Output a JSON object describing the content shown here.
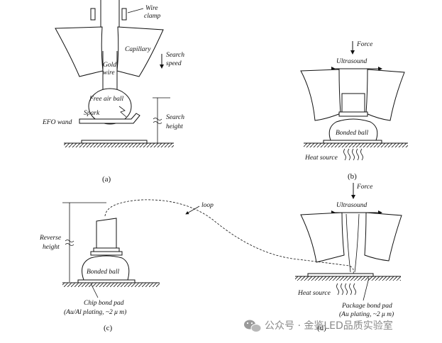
{
  "panels": {
    "a": {
      "caption": "(a)",
      "labels": {
        "wire_clamp_1": "Wire",
        "wire_clamp_2": "clamp",
        "capillary": "Capillary",
        "search_speed_1": "Search",
        "search_speed_2": "speed",
        "gold_wire_1": "Gold",
        "gold_wire_2": "wire",
        "free_air_ball": "Free air ball",
        "spark": "Spark",
        "efo_wand": "EFO wand",
        "search_height_1": "Search",
        "search_height_2": "height"
      }
    },
    "b": {
      "caption": "(b)",
      "labels": {
        "force": "Force",
        "ultrasound": "Ultrasound",
        "bonded_ball": "Bonded ball",
        "heat_source": "Heat source"
      }
    },
    "c": {
      "caption": "(c)",
      "labels": {
        "reverse_height_1": "Reverse",
        "reverse_height_2": "height",
        "bonded_ball": "Bonded ball",
        "loop": "loop",
        "chip_pad_1": "Chip bond pad",
        "chip_pad_2": "(Au/Al plating, ~2 μ m)"
      }
    },
    "d": {
      "caption": "(d)",
      "labels": {
        "force": "Force",
        "ultrasound": "Ultrasound",
        "heat_source": "Heat source",
        "package_pad_1": "Package bond pad",
        "package_pad_2": "(Au plating, ~2 μ m)"
      }
    }
  },
  "watermark": {
    "icon": "wechat-icon",
    "text": "公众号 · 金鉴LED品质实验室"
  }
}
